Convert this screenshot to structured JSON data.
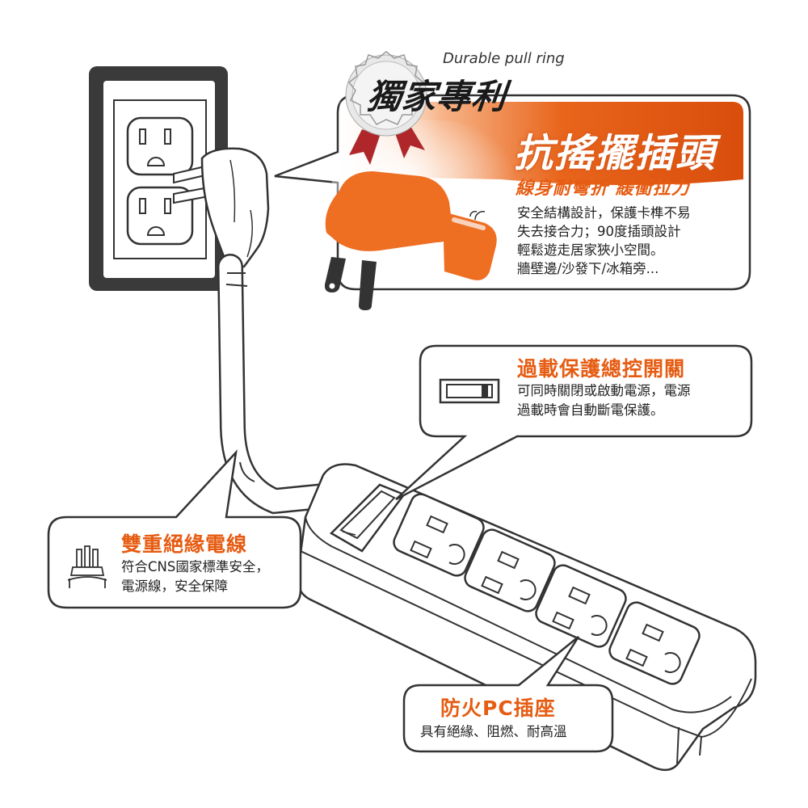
{
  "patent_badge": {
    "caption": "Durable pull ring",
    "title": "獨家專利"
  },
  "anti_shake": {
    "title": "抗搖擺插頭",
    "subtitle": "線身耐彎折 緩衝拉力",
    "lines": [
      "安全結構設計，保護卡榫不易",
      "失去接合力；90度插頭設計",
      "輕鬆遊走居家狹小空間。",
      "牆壁邊/沙發下/冰箱旁..."
    ]
  },
  "overload_switch": {
    "title": "過載保護總控開關",
    "lines": [
      "可同時關閉或啟動電源，電源",
      "過載時會自動斷電保護。"
    ]
  },
  "double_wire": {
    "title": "雙重絕緣電線",
    "lines": [
      "符合CNS國家標準安全，",
      "電源線，安全保障"
    ]
  },
  "fire_socket": {
    "title": "防火PC插座",
    "desc": "具有絕緣、阻燃、耐高溫"
  },
  "colors": {
    "accent": "#e65c12",
    "outline": "#333333",
    "wall_plate": "#3a3a3a"
  },
  "icons": [
    "wall-outlet-icon",
    "plug-icon",
    "rocker-switch-icon",
    "cable-plug-icon",
    "award-badge-icon"
  ]
}
